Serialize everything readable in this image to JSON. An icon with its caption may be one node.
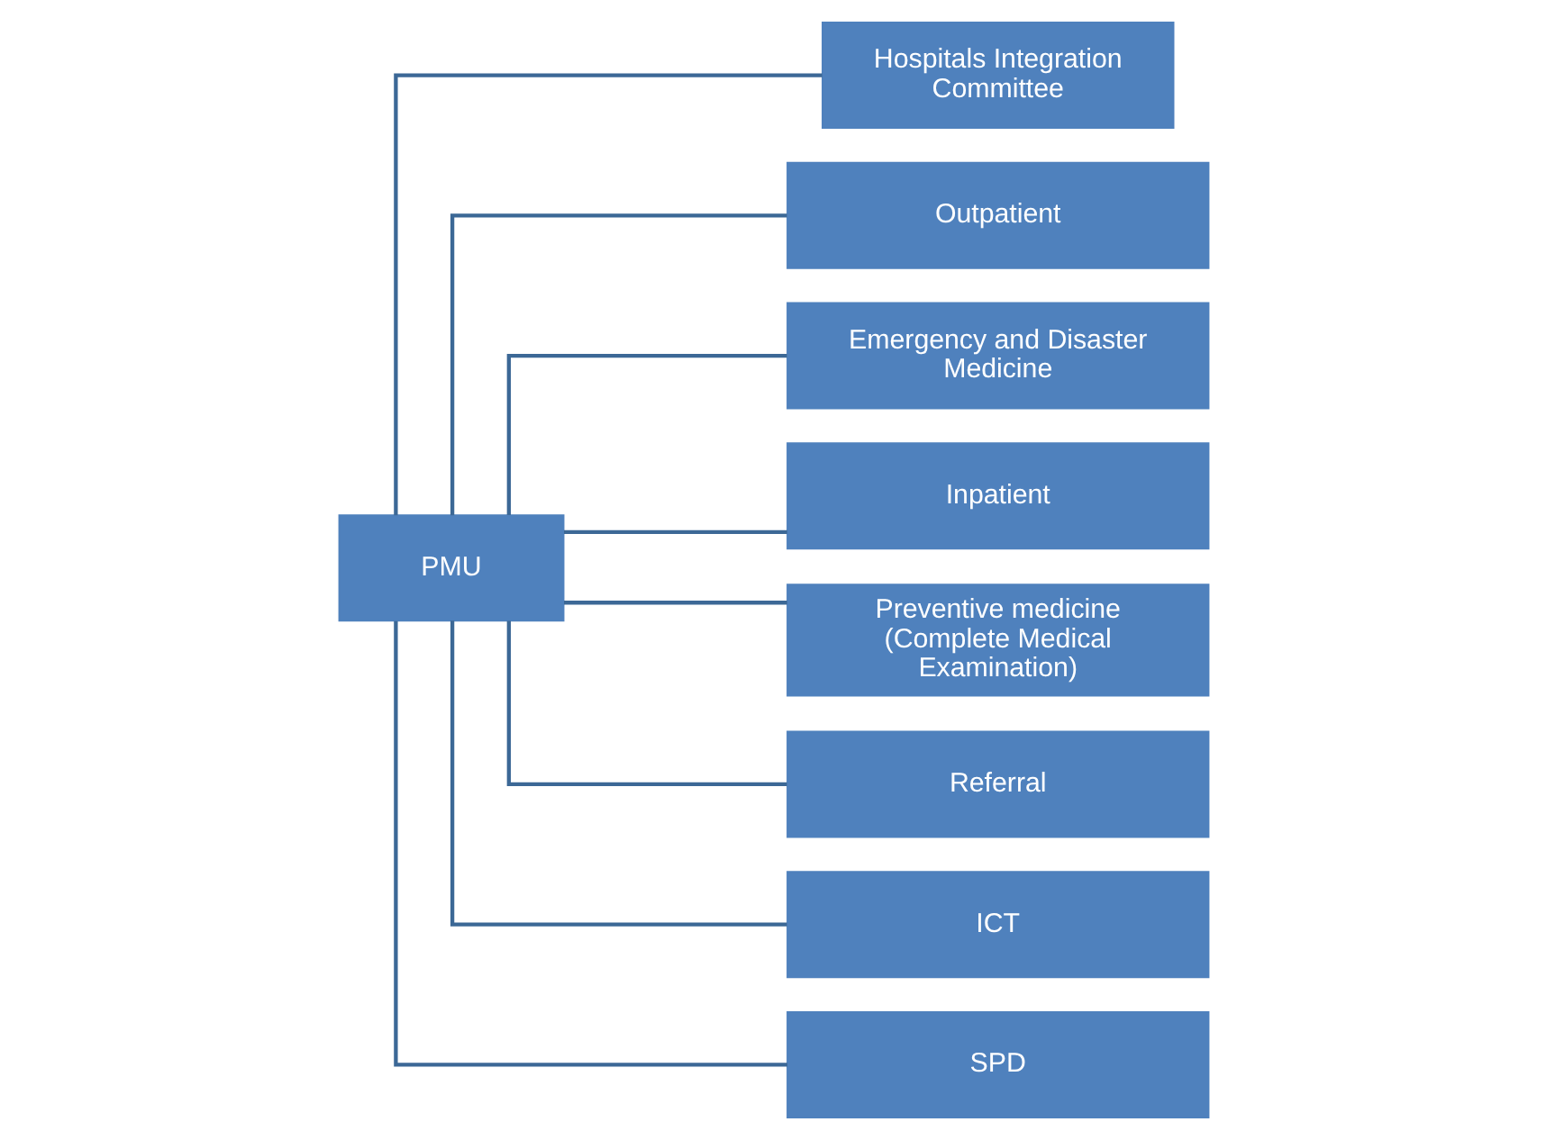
{
  "diagram": {
    "nodes": [
      {
        "text": [
          "PMU"
        ]
      },
      {
        "text": [
          "Hospitals Integration Committee"
        ]
      },
      {
        "text": [
          "Outpatient"
        ]
      },
      {
        "text": [
          "Emergency and Disaster Medicine"
        ]
      },
      {
        "text": [
          "Inpatient"
        ]
      },
      {
        "text": [
          "Preventive medicine (Complete Medical Examination)"
        ]
      },
      {
        "text": [
          "Referral"
        ]
      },
      {
        "text": [
          "ICT"
        ]
      },
      {
        "text": [
          "SPD"
        ]
      }
    ],
    "edges": [
      {
        "from": 0,
        "to": 1,
        "arrow": "none"
      },
      {
        "from": 0,
        "to": 2,
        "arrow": "none"
      },
      {
        "from": 0,
        "to": 3,
        "arrow": "none"
      },
      {
        "from": 0,
        "to": 4,
        "arrow": "none"
      },
      {
        "from": 0,
        "to": 5,
        "arrow": "none"
      },
      {
        "from": 0,
        "to": 6,
        "arrow": "none"
      },
      {
        "from": 0,
        "to": 7,
        "arrow": "none"
      },
      {
        "from": 0,
        "to": 8,
        "arrow": "none"
      }
    ]
  }
}
